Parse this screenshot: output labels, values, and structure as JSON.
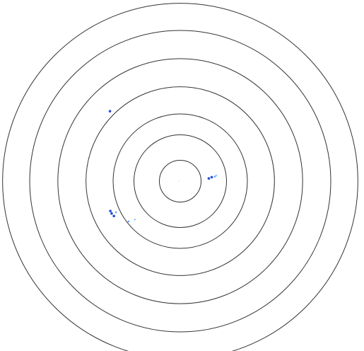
{
  "target": {
    "rings": [
      {
        "level": 1,
        "radius_units": 1.0
      },
      {
        "level": 2,
        "radius_units": 2.22
      },
      {
        "level": 3,
        "radius_units": 3.22
      },
      {
        "level": 4,
        "radius_units": 4.52
      },
      {
        "level": 5,
        "radius_units": 5.87
      },
      {
        "level": 6,
        "radius_units": 7.22
      },
      {
        "level": 7,
        "radius_units": 8.52
      }
    ],
    "center_mark": true,
    "ring_color": "#333333",
    "background_color": "#ffffff",
    "hit_colors": [
      "#1f4fd6",
      "#5aa0ff",
      "#8cc8ff"
    ],
    "hit_clusters": [
      {
        "name": "upper-left",
        "hits": [
          {
            "x": -3.37,
            "y": 3.35,
            "tone": 0
          }
        ]
      },
      {
        "name": "right",
        "hits": [
          {
            "x": 1.37,
            "y": 0.13,
            "tone": 0
          },
          {
            "x": 1.51,
            "y": 0.19,
            "tone": 0
          },
          {
            "x": 1.66,
            "y": 0.22,
            "tone": 1
          },
          {
            "x": 1.73,
            "y": 0.27,
            "tone": 2
          }
        ]
      },
      {
        "name": "lower-left",
        "hits": [
          {
            "x": -3.35,
            "y": -1.43,
            "tone": 0
          },
          {
            "x": -3.29,
            "y": -1.55,
            "tone": 0
          },
          {
            "x": -3.18,
            "y": -1.67,
            "tone": 0
          },
          {
            "x": -3.08,
            "y": -1.49,
            "tone": 1
          },
          {
            "x": -2.48,
            "y": -1.93,
            "tone": 1
          },
          {
            "x": -2.18,
            "y": -1.84,
            "tone": 2
          }
        ]
      }
    ]
  }
}
